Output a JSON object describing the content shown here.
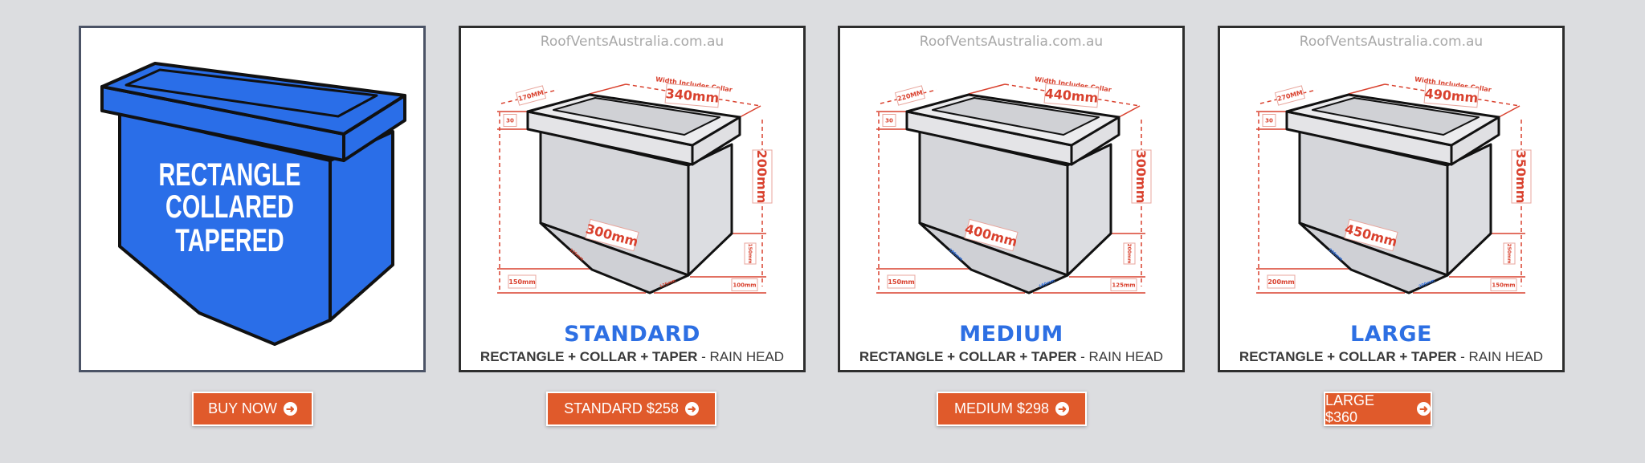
{
  "colors": {
    "background": "#dcdde0",
    "button": "#e05a2b",
    "title_blue": "#2d6fe3",
    "dimension_red": "#d9412e",
    "icon_blue": "#2a6ee8",
    "box_grey": "#d5d6da"
  },
  "feature_card": {
    "lines": [
      "RECTANGLE",
      "COLLARED",
      "TAPERED"
    ]
  },
  "products": [
    {
      "watermark": "RoofVentsAustralia.com.au",
      "title": "STANDARD",
      "subtitle_bold": "RECTANGLE + COLLAR + TAPER",
      "subtitle_rest": " - RAIN HEAD",
      "dims": {
        "note": "Width Includes Collar",
        "width": "340mm",
        "depth": "170MM",
        "collar": "30",
        "height": "200mm",
        "length": "300mm",
        "bottom_left": "150mm",
        "taper_height": "150mm",
        "bottom_right": "100mm",
        "taper_side": "125mm",
        "taper_bottom": "125mm"
      }
    },
    {
      "watermark": "RoofVentsAustralia.com.au",
      "title": "MEDIUM",
      "subtitle_bold": "RECTANGLE + COLLAR + TAPER",
      "subtitle_rest": " - RAIN HEAD",
      "dims": {
        "note": "Width Includes Collar",
        "width": "440mm",
        "depth": "220MM",
        "collar": "30",
        "height": "300mm",
        "length": "400mm",
        "bottom_left": "150mm",
        "taper_height": "200mm",
        "bottom_right": "125mm",
        "taper_side": "180mm",
        "taper_bottom": "160mm"
      }
    },
    {
      "watermark": "RoofVentsAustralia.com.au",
      "title": "LARGE",
      "subtitle_bold": "RECTANGLE + COLLAR + TAPER",
      "subtitle_rest": " - RAIN HEAD",
      "dims": {
        "note": "Width Includes Collar",
        "width": "490mm",
        "depth": "270MM",
        "collar": "30",
        "height": "350mm",
        "length": "450mm",
        "bottom_left": "200mm",
        "taper_height": "250mm",
        "bottom_right": "150mm",
        "taper_side": "200mm",
        "taper_bottom": "200mm"
      }
    }
  ],
  "buttons": [
    {
      "label": "BUY NOW",
      "icon": "arrow-circle-right-icon"
    },
    {
      "label": "STANDARD $258",
      "icon": "arrow-circle-right-icon"
    },
    {
      "label": "MEDIUM $298",
      "icon": "arrow-circle-right-icon"
    },
    {
      "label": "LARGE $360",
      "icon": "arrow-circle-right-icon"
    }
  ]
}
